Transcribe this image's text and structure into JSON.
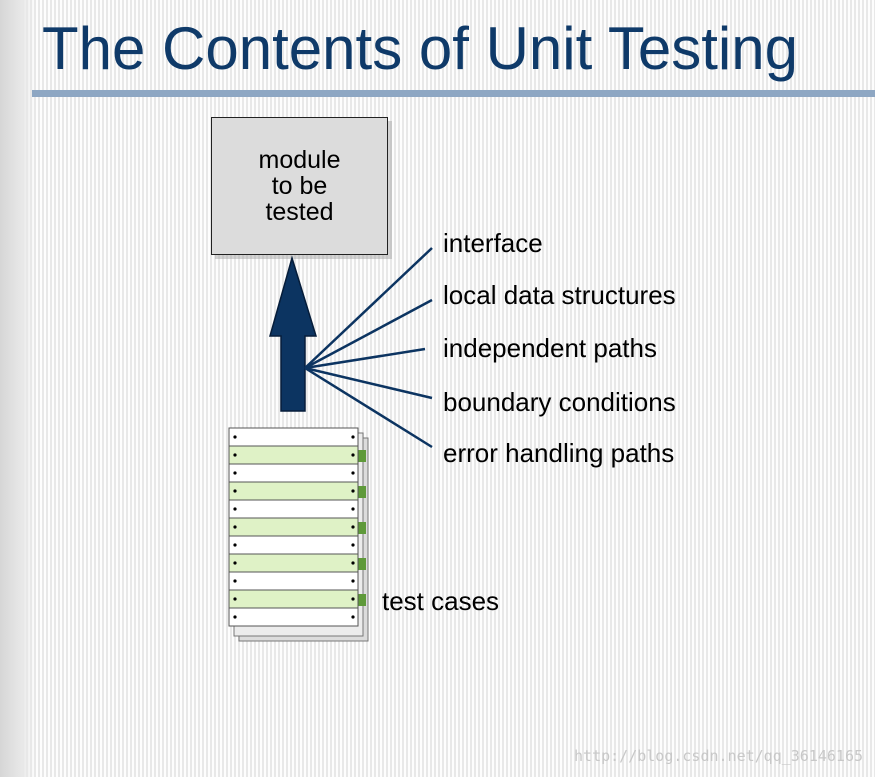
{
  "slide": {
    "title": "The Contents of Unit Testing",
    "module_lines": [
      "module",
      "to be",
      "tested"
    ],
    "aspects": [
      "interface",
      "local data structures",
      "independent paths",
      "boundary conditions",
      "error handling paths"
    ],
    "test_cases_label": "test cases",
    "watermark": "http://blog.csdn.net/qq_36146165"
  },
  "colors": {
    "title": "#0f3a69",
    "arrow": "#0c3461",
    "rule": "#8ea7c3",
    "row_green": "#dff2c6",
    "row_white": "#ffffff"
  }
}
